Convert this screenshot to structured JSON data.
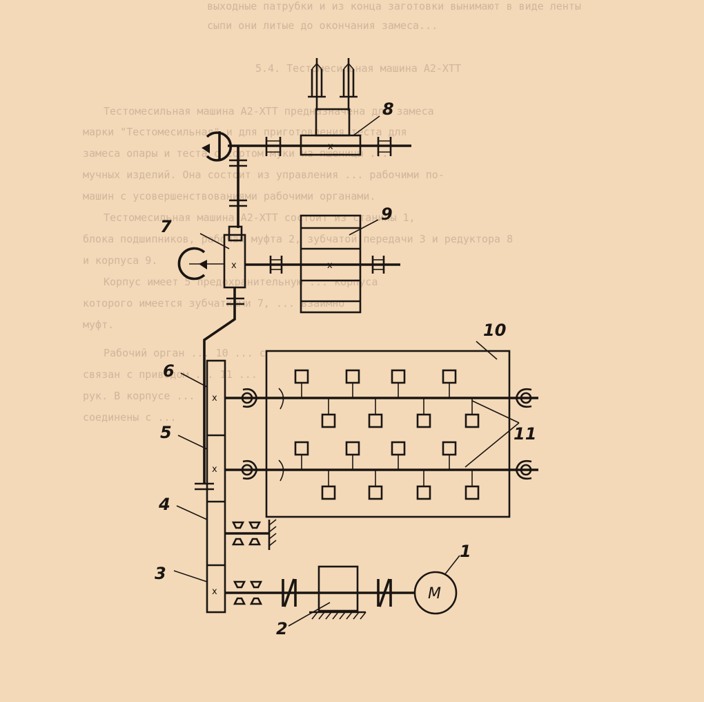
{
  "background_text": [
    "выходные патрубки и из конца заготовки вынимают в виде ленты",
    "сыпи они литые до окончания замеса...",
    "5.4. Тестомесильная машина А2-ХТТ",
    "Тестомесильная машина А2-ХТТ предназначена для замеса",
    "марки \"Тестомесильная\" и для приготовления теста для",
    "замеса опары и теста с сортом муки из пшеницы ...",
    "мучных изделий. Она состоит из управления ... рабочими по-",
    "машин с усовершенствованиями рабочими органами.",
    "Тестомесильная машина А2-ХТТ состоит из станины 1,",
    "блока подшипников, рабочая муфта 2, зубчатой передачи 3 и редуктора 8",
    "и корпуса 9.",
    "Корпус имеет 5 предохранительную ... корпуса",
    "которого имеется зубчатками 7, ... взаимно",
    "муфт.",
    "Рабочий орган ... 10 ... с",
    "связан с приводом ... 11 ...",
    "рук. В корпусе ...",
    "соединены с ..."
  ],
  "labels": {
    "l1": "1",
    "l2": "2",
    "l3": "3",
    "l4": "4",
    "l5": "5",
    "l6": "6",
    "l7": "7",
    "l8": "8",
    "l9": "9",
    "l10": "10",
    "l11": "11",
    "motor": "M"
  },
  "gear_mark": "x"
}
